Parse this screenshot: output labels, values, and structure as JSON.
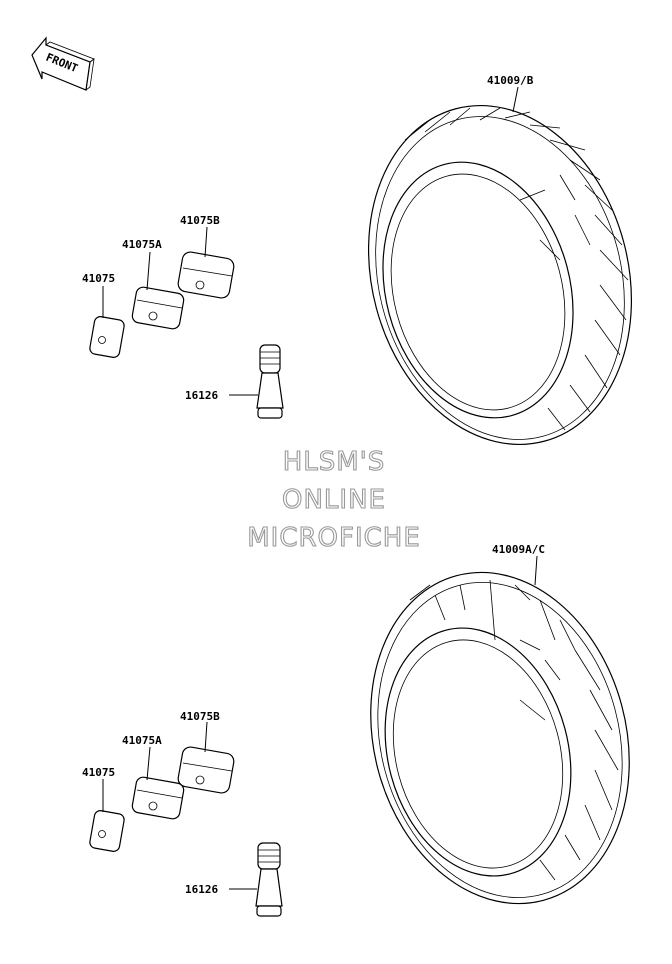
{
  "front_arrow": {
    "label": "FRONT"
  },
  "watermark": {
    "lines": [
      "HLSM'S",
      "ONLINE",
      "MICROFICHE"
    ]
  },
  "groups": [
    {
      "tire_label": "41009/B",
      "weight_labels": [
        "41075B",
        "41075A",
        "41075"
      ],
      "valve_label": "16126"
    },
    {
      "tire_label": "41009A/C",
      "weight_labels": [
        "41075B",
        "41075A",
        "41075"
      ],
      "valve_label": "16126"
    }
  ]
}
